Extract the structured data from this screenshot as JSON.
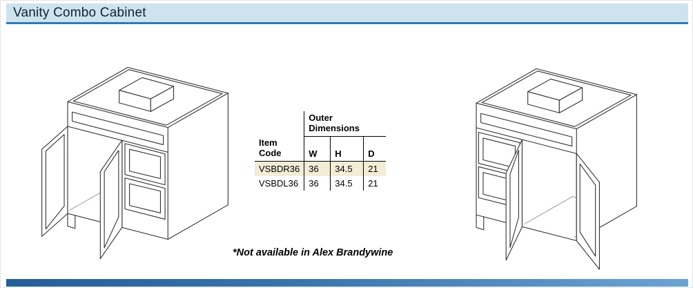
{
  "header": {
    "title": "Vanity Combo Cabinet"
  },
  "table": {
    "item_code_label": "Item Code",
    "outer_dimensions_label": "Outer Dimensions",
    "columns": [
      "W",
      "H",
      "D"
    ],
    "rows": [
      {
        "code": "VSBDR36",
        "W": "36",
        "H": "34.5",
        "D": "21"
      },
      {
        "code": "VSBDL36",
        "W": "36",
        "H": "34.5",
        "D": "21"
      }
    ]
  },
  "note": "*Not available in Alex Brandywine",
  "figures": {
    "left": "vanity-cabinet-drawers-right-doors-open",
    "right": "vanity-cabinet-drawers-left-doors-open"
  },
  "colors": {
    "header_bg": "#cde4ef",
    "header_text": "#0e2233",
    "accent_line": "#2e79b8",
    "highlight_row_bg": "#f3ecd6",
    "footer_bar": "#3b76ad"
  }
}
